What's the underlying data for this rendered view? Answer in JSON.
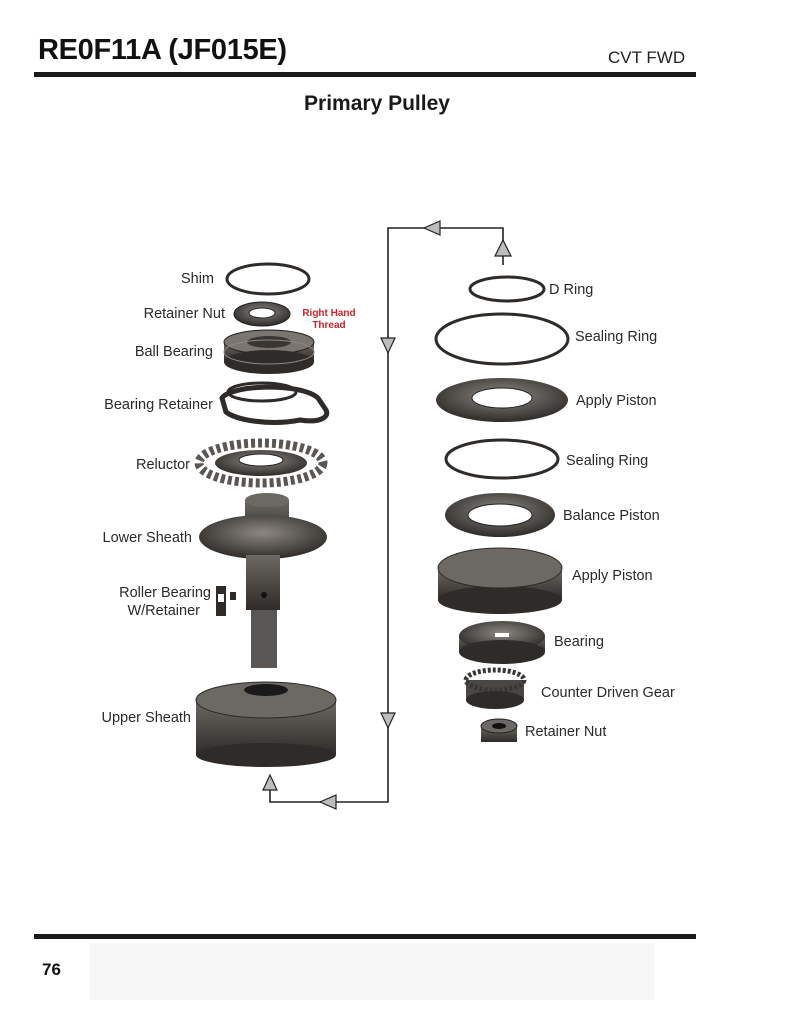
{
  "header": {
    "title": "RE0F11A (JF015E)",
    "tag": "CVT FWD"
  },
  "page_title": "Primary Pulley",
  "left_parts": {
    "shim": "Shim",
    "retainer_nut": "Retainer Nut",
    "thread_note_line1": "Right Hand",
    "thread_note_line2": "Thread",
    "ball_bearing": "Ball Bearing",
    "bearing_retainer": "Bearing Retainer",
    "reluctor": "Reluctor",
    "lower_sheath": "Lower Sheath",
    "roller_bearing_line1": "Roller Bearing",
    "roller_bearing_line2": "W/Retainer",
    "upper_sheath": "Upper Sheath"
  },
  "right_parts": {
    "d_ring": "D Ring",
    "sealing_ring_1": "Sealing Ring",
    "apply_piston_1": "Apply Piston",
    "sealing_ring_2": "Sealing Ring",
    "balance_piston": "Balance Piston",
    "apply_piston_2": "Apply Piston",
    "bearing": "Bearing",
    "counter_driven_gear": "Counter Driven Gear",
    "retainer_nut": "Retainer Nut"
  },
  "colors": {
    "accent_note": "#c8242a",
    "part_dark": "#2e2b28",
    "part_mid": "#5a5653",
    "part_light": "#8d8884",
    "arrow_fill": "#bdbdbd"
  },
  "footer": {
    "page_number": "76"
  }
}
